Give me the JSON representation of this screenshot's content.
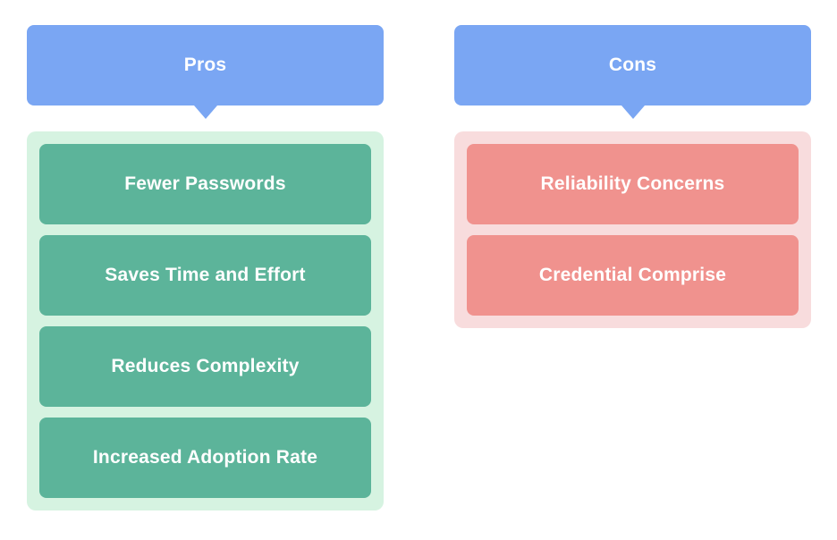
{
  "colors": {
    "header_bg": "#7aa6f3",
    "pros_container_bg": "#d6f3e1",
    "pros_item_bg": "#5cb49a",
    "cons_container_bg": "#f8dcdd",
    "cons_item_bg": "#f0928e",
    "label_text": "#ffffff"
  },
  "pros": {
    "title": "Pros",
    "items": [
      "Fewer Passwords",
      "Saves Time and Effort",
      "Reduces Complexity",
      "Increased Adoption Rate"
    ]
  },
  "cons": {
    "title": "Cons",
    "items": [
      "Reliability Concerns",
      "Credential Comprise"
    ]
  }
}
